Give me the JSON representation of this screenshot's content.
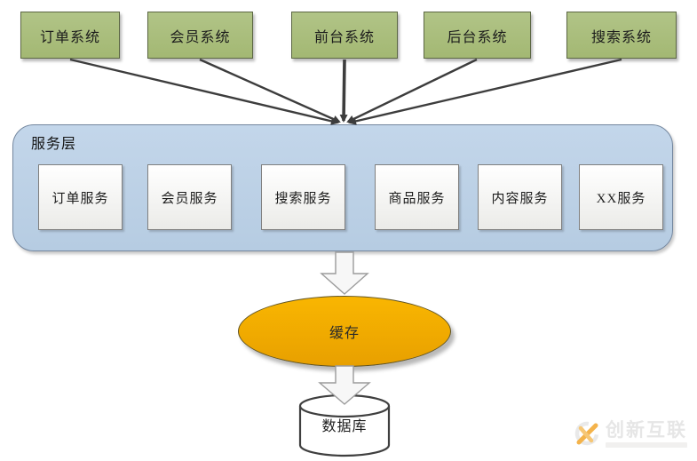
{
  "diagram": {
    "systems": [
      "订单系统",
      "会员系统",
      "前台系统",
      "后台系统",
      "搜索系统"
    ],
    "service_layer": {
      "title": "服务层",
      "services": [
        "订单服务",
        "会员服务",
        "搜索服务",
        "商品服务",
        "内容服务",
        "XX服务"
      ]
    },
    "cache_label": "缓存",
    "database_label": "数据库",
    "colors": {
      "system_box_fill": "#a9bd7d",
      "service_layer_fill": "#bdd2e7",
      "service_box_fill": "#f5f5f2",
      "cache_fill": "#f0ab00",
      "database_fill": "#ffffff",
      "connector": "#3d3d3d"
    }
  },
  "watermark": {
    "brand": "创新互联",
    "logo": "c-circle-with-orange-x"
  }
}
